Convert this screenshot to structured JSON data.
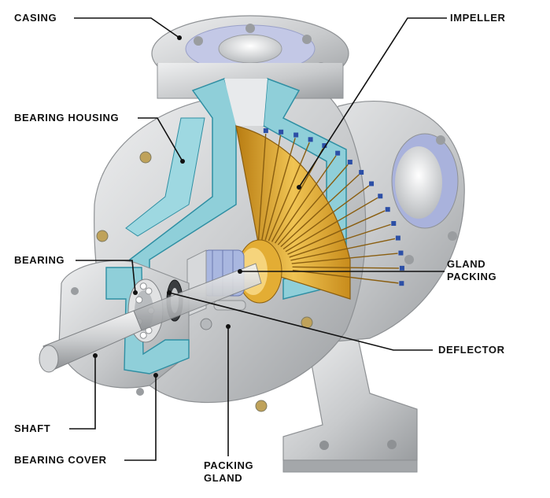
{
  "labels": {
    "casing": "CASING",
    "impeller": "IMPELLER",
    "bearing_housing": "BEARING  HOUSING",
    "bearing": "BEARING",
    "gland_packing_1": "GLAND",
    "gland_packing_2": "PACKING",
    "deflector": "DEFLECTOR",
    "shaft": "SHAFT",
    "bearing_cover": "BEARING  COVER",
    "packing_gland_1": "PACKING",
    "packing_gland_2": "GLAND"
  },
  "colors": {
    "metal": "#c9cbcd",
    "metal_dark": "#9ea1a4",
    "metal_light": "#e6e7e8",
    "section": "#8fcfd9",
    "section_edge": "#2f8fa3",
    "impeller": "#d9a026",
    "impeller_light": "#f1c75a",
    "packing": "#a9b7e0",
    "leader": "#111111"
  }
}
